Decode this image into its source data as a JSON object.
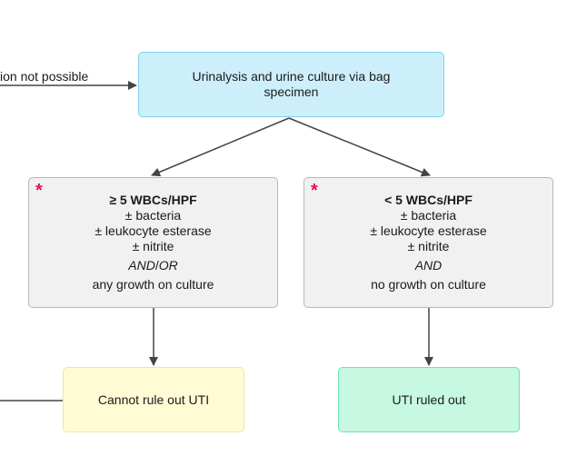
{
  "side_label": "ion not possible",
  "top_box": {
    "text": "Urinalysis and urine culture via bag specimen"
  },
  "left_box": {
    "asterisk": "*",
    "heading": "≥ 5 WBCs/HPF",
    "lines": [
      "± bacteria",
      "± leukocyte esterase",
      "± nitrite"
    ],
    "connector": "AND/OR",
    "footer": "any growth on culture"
  },
  "right_box": {
    "asterisk": "*",
    "heading": "< 5 WBCs/HPF",
    "lines": [
      "± bacteria",
      "± leukocyte esterase",
      "± nitrite"
    ],
    "connector": "AND",
    "footer": "no growth on culture"
  },
  "cannot_box": {
    "text": "Cannot rule out UTI"
  },
  "ruled_box": {
    "text": "UTI ruled out"
  },
  "colors": {
    "top_fill": "#cdeffc",
    "mid_fill": "#f1f1f1",
    "cannot_fill": "#fffbd4",
    "ruled_fill": "#c6f8e2",
    "asterisk": "#e0174a",
    "line": "#444444"
  }
}
